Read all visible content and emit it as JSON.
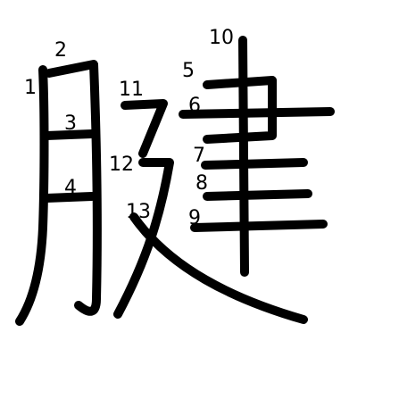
{
  "kanji": "腱",
  "stroke_color": "#000000",
  "background_color": "#ffffff",
  "stroke_numbers": [
    "1",
    "2",
    "3",
    "4",
    "5",
    "6",
    "7",
    "8",
    "9",
    "10",
    "11",
    "12",
    "13"
  ]
}
